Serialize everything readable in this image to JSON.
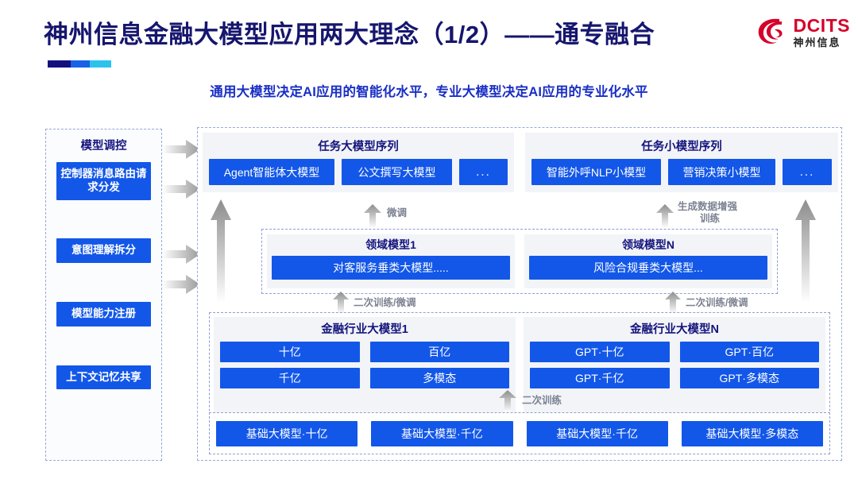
{
  "header": {
    "title": "神州信息金融大模型应用两大理念（1/2）——通专融合",
    "subtitle": "通用大模型决定AI应用的智能化水平，专业大模型决定AI应用的专业化水平",
    "logo_en": "DCITS",
    "logo_cn": "神州信息",
    "accent_colors": [
      "#14117e",
      "#1763e8",
      "#2bc3ec"
    ],
    "title_color": "#16166e",
    "subtitle_color": "#1a2fc4",
    "logo_color": "#d6002a"
  },
  "sidebar": {
    "title": "模型调控",
    "items": [
      {
        "label": "控制器消息路由请求分发"
      },
      {
        "label": "意图理解拆分"
      },
      {
        "label": "模型能力注册"
      },
      {
        "label": "上下文记忆共享"
      }
    ]
  },
  "diagram": {
    "box_color": "#1357e8",
    "panel_bg": "#f2f4f8",
    "task_sequences": [
      {
        "title": "任务大模型序列",
        "items": [
          "Agent智能体大模型",
          "公文撰写大模型",
          "..."
        ]
      },
      {
        "title": "任务小模型序列",
        "items": [
          "智能外呼NLP小模型",
          "营销决策小模型",
          "..."
        ]
      }
    ],
    "domain_models": [
      {
        "title": "领域模型1",
        "item": "对客服务垂类大模型....."
      },
      {
        "title": "领域模型N",
        "item": "风险合规垂类大模型..."
      }
    ],
    "industry_models": [
      {
        "title": "金融行业大模型1",
        "items": [
          "十亿",
          "百亿",
          "千亿",
          "多模态"
        ]
      },
      {
        "title": "金融行业大模型N",
        "items": [
          "GPT·十亿",
          "GPT·百亿",
          "GPT·千亿",
          "GPT·多模态"
        ]
      }
    ],
    "base_models": [
      "基础大模型·十亿",
      "基础大模型·千亿",
      "基础大模型·千亿",
      "基础大模型·多模态"
    ],
    "arrow_labels": {
      "finetune_left": "微调",
      "data_aug_right_line1": "生成数据增强",
      "data_aug_right_line2": "训练",
      "retrain_finetune_left": "二次训练/微调",
      "retrain_finetune_right": "二次训练/微调",
      "retrain_bottom": "二次训练"
    }
  }
}
